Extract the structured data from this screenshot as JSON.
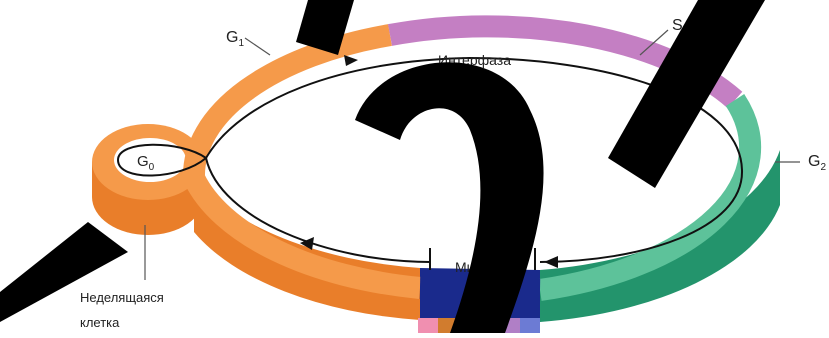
{
  "labels": {
    "g1_main": "G",
    "g1_sub": "1",
    "s": "S",
    "g2_main": "G",
    "g2_sub": "2",
    "g0_main": "G",
    "g0_sub": "0",
    "interphase": "Интерфаза",
    "mitosis": "Митоз",
    "nondividing_line1": "Неделящаяся",
    "nondividing_line2": "клетка"
  },
  "colors": {
    "g1_phase": "#f59a4a",
    "g1_phase_side": "#e97e2a",
    "s_phase": "#c47fc3",
    "g2_phase": "#5dc29a",
    "g2_phase_side": "#23946c",
    "mitosis_band": "#1a2a8c",
    "cycle_line": "#111111",
    "watermark": "#000000"
  }
}
